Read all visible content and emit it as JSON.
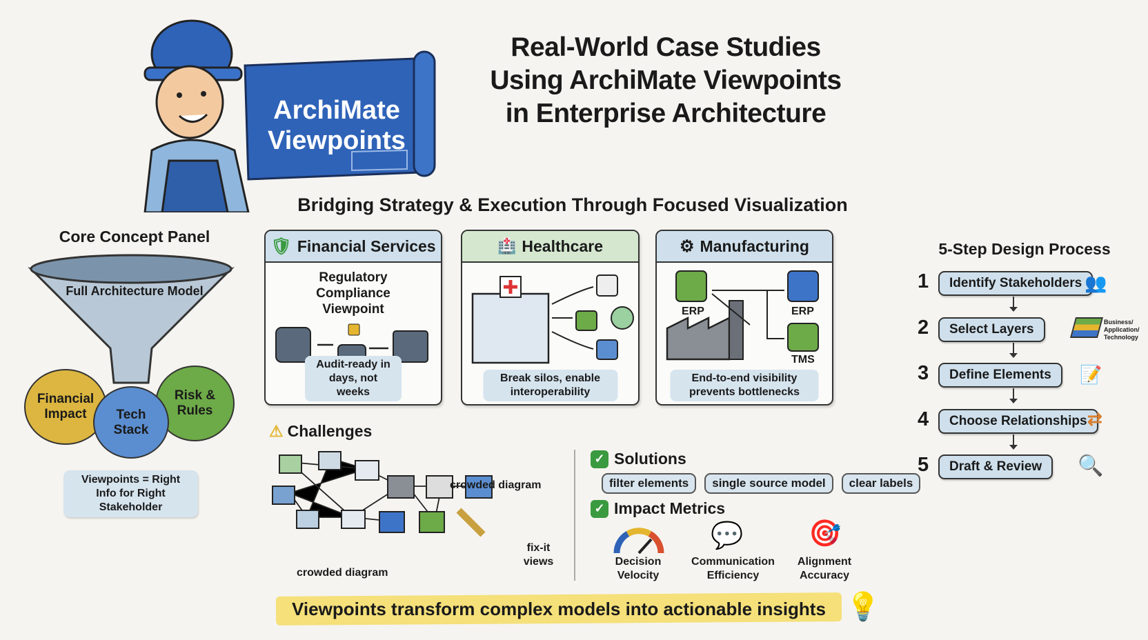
{
  "title": {
    "line1": "Real-World Case Studies",
    "line2": "Using ArchiMate Viewpoints",
    "line3": "in Enterprise Architecture"
  },
  "banner": {
    "line1": "ArchiMate",
    "line2": "Viewpoints"
  },
  "subtitle": "Bridging Strategy & Execution Through Focused Visualization",
  "core": {
    "title": "Core Concept Panel",
    "funnel_label": "Full Architecture Model",
    "bubbles": [
      "Financial Impact",
      "Tech Stack",
      "Risk & Rules"
    ],
    "caption": "Viewpoints = Right Info for Right Stakeholder"
  },
  "cards": [
    {
      "title": "Financial Services",
      "icon": "shield-check-icon",
      "viewpoint": "Regulatory Compliance Viewpoint",
      "caption": "Audit-ready in days, not weeks",
      "color": "#cfe0ec"
    },
    {
      "title": "Healthcare",
      "icon": "hospital-icon",
      "caption": "Break silos, enable interoperability",
      "color": "#d5e8cf"
    },
    {
      "title": "Manufacturing",
      "icon": "gear-icon",
      "labels": [
        "ERP",
        "ERP",
        "TMS"
      ],
      "caption": "End-to-end visibility prevents bottlenecks",
      "color": "#cfe0ec"
    }
  ],
  "challenges": {
    "title": "Challenges",
    "label1": "crowded diagram",
    "label2": "crowded diagram",
    "label3": "fix-it views"
  },
  "solutions": {
    "title": "Solutions",
    "pills": [
      "filter elements",
      "single source model",
      "clear labels"
    ]
  },
  "impact": {
    "title": "Impact Metrics",
    "metrics": [
      "Decision Velocity",
      "Communication Efficiency",
      "Alignment Accuracy"
    ]
  },
  "steps": {
    "title": "5-Step Design Process",
    "items": [
      "Identify Stakeholders",
      "Select Layers",
      "Define Elements",
      "Choose Relationships",
      "Draft & Review"
    ],
    "layers_note": "Business/ Application/ Technology"
  },
  "footer": "Viewpoints transform complex models into actionable insights",
  "colors": {
    "blue": "#2f63b8",
    "green": "#3a9a3f",
    "yellow": "#f5e07a"
  }
}
